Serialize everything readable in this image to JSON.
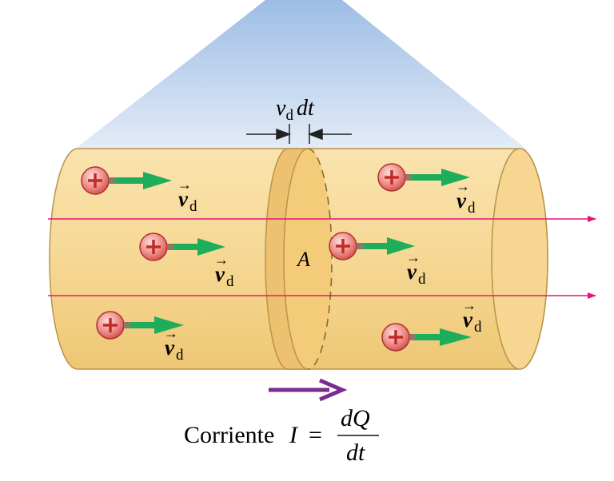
{
  "colors": {
    "cylinder_fill": "#f5d795",
    "cylinder_stroke": "#b8944a",
    "disk_fill": "#f0c772",
    "light_cone": "#a9c8ec",
    "field_line": "#e4157a",
    "velocity_arrow": "#1ead5a",
    "current_arrow": "#7b2a8e",
    "charge_fill": "#e86a6a",
    "charge_stroke": "#b03030"
  },
  "labels": {
    "slice_width": "v",
    "slice_width_sub": "d",
    "slice_width_dt": "dt",
    "area": "A",
    "velocity_symbol": "v",
    "velocity_arrow_glyph": "→",
    "velocity_sub": "d",
    "charge_sign": "+",
    "current_word": "Corriente",
    "current_symbol": "I",
    "equals": "=",
    "fraction_numerator": "dQ",
    "fraction_denominator": "dt"
  },
  "icons": {
    "charge": "positive-charge-icon",
    "velocity": "velocity-arrow-icon",
    "current": "current-direction-arrow-icon"
  }
}
